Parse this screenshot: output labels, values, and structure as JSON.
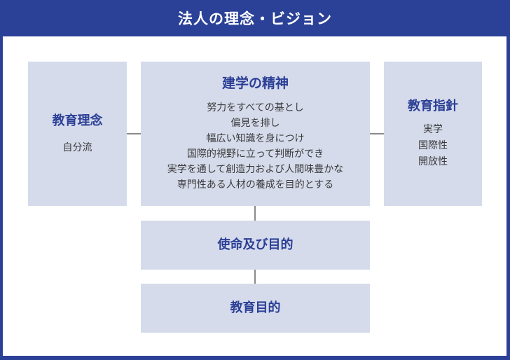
{
  "header": {
    "title": "法人の理念・ビジョン"
  },
  "colors": {
    "frame_blue": "#2b4197",
    "box_background": "#d5dbeb",
    "box_title_blue": "#2b3f96",
    "body_text": "#3a3a3a",
    "connector_gray": "#8a8a8a"
  },
  "boxes": {
    "philosophy": {
      "title": "教育理念",
      "items": [
        "自分流"
      ]
    },
    "founding_spirit": {
      "title": "建学の精神",
      "lines": [
        "努力をすべての基とし",
        "偏見を排し",
        "幅広い知識を身につけ",
        "国際的視野に立って判断ができ",
        "実学を通して創造力および人間味豊かな",
        "専門性ある人材の養成を目的とする"
      ]
    },
    "guidelines": {
      "title": "教育指針",
      "items": [
        "実学",
        "国際性",
        "開放性"
      ]
    },
    "mission": {
      "title": "使命及び目的"
    },
    "purpose": {
      "title": "教育目的"
    }
  }
}
